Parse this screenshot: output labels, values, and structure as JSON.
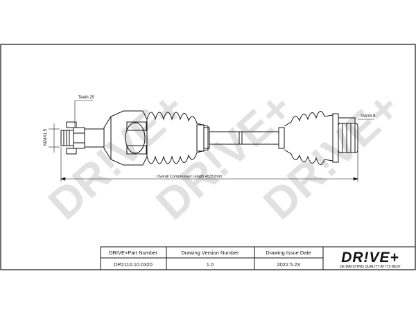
{
  "drawing": {
    "teeth_label": "Teeth 25",
    "thread_label": "M24X1.5",
    "spline_label": "SW33.9",
    "length_label": "Overall Compressed Length 453±2mm"
  },
  "watermark": {
    "text": "DR!VE+"
  },
  "title_block": {
    "headers": [
      "DRIVE+Part Number",
      "Drawing Version Number",
      "Drawing Issue Date"
    ],
    "values": [
      "DP2110.10.0320",
      "1.0",
      "2022.5.23"
    ]
  },
  "logo": {
    "text": "DR!VE+",
    "tagline": "OE MATCHING QUALITY AT ITS BEST"
  },
  "colors": {
    "line": "#111111",
    "watermark": "#dcdcdc"
  }
}
